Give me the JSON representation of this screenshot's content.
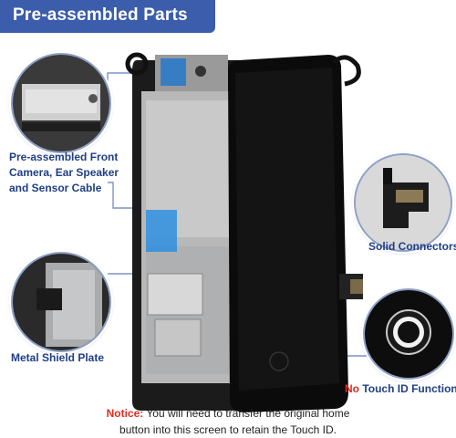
{
  "banner": {
    "title": "Pre-assembled Parts"
  },
  "callouts": {
    "front_camera": "Pre-assembled Front Camera, Ear Speaker and Sensor Cable",
    "front_camera_lines": [
      "Pre-assembled Front",
      "Camera, Ear Speaker",
      "and Sensor Cable"
    ],
    "metal_shield": "Metal Shield Plate",
    "solid_connectors": "Solid Connectors",
    "touch_id_prefix": "No",
    "touch_id_rest": " Touch ID Function"
  },
  "notice": {
    "label": "Notice:",
    "line1": " You will need to transfer the original home",
    "line2": "button into this screen to retain the Touch ID."
  },
  "colors": {
    "banner": "#3b5dab",
    "label_text": "#1f3e86",
    "accent_red": "#e52a1c",
    "leader_line": "#7d93c7"
  }
}
